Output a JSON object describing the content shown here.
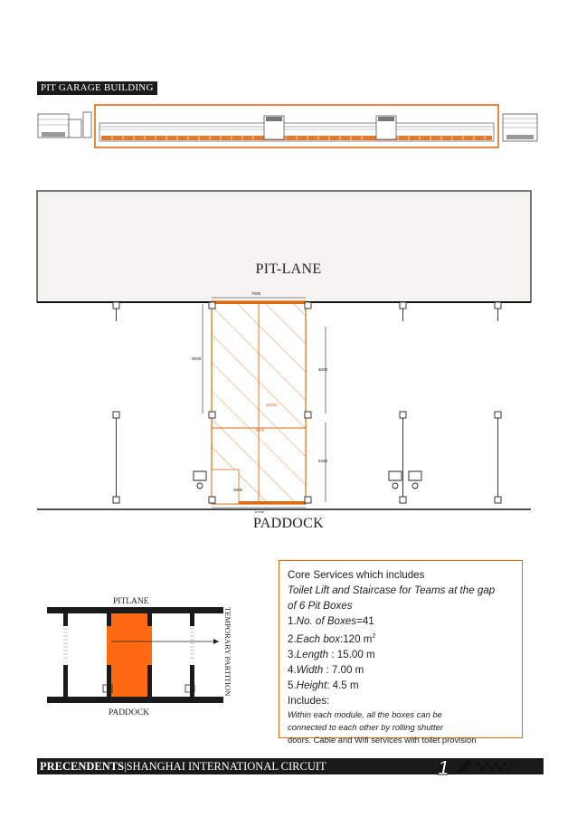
{
  "section": {
    "title": "PIT GARAGE BUILDING"
  },
  "plan": {
    "top_label": "PIT-LANE",
    "bottom_label": "PADDOCK",
    "dim_top": "7000",
    "dim_left": "9000",
    "dim_right_upper": "6000",
    "dim_right_lower": "6400",
    "dim_mid_a": "15000",
    "dim_mid_b": "3500",
    "dim_bottom": "6700",
    "dim_toilet": "3000"
  },
  "schematic": {
    "top_label": "PITLANE",
    "bottom_label": "PADDOCK",
    "side_label": "TEMPORARY PARTITION",
    "colors": {
      "box": "#ff6a13",
      "wall": "#1a1a1a"
    }
  },
  "info": {
    "line1": "Core Services which includes",
    "line2": "Toilet Lift and Staircase for Teams at the gap",
    "line3": "of 6 Pit Boxes",
    "item1_prefix": "1.",
    "item1_label": "No. of Boxes",
    "item1_value": "=41",
    "item2_prefix": "2.",
    "item2_label": "Each box",
    "item2_value": ":120 m",
    "item2_sup": "2",
    "item3_prefix": "3.",
    "item3_label": "Length",
    "item3_value": " : 15.00 m",
    "item4_prefix": "4.",
    "item4_label": "Width",
    "item4_value": " : 7.00 m",
    "item5_prefix": "5.",
    "item5_label": "Height",
    "item5_value": ": 4.5 m",
    "includes": "Includes:",
    "note1": "Within each module, all the boxes can be",
    "note2": "connected to each other by rolling shutter",
    "note3": "doors. Cable and Wifi services with toilet provision"
  },
  "footer": {
    "bold": "PRECENDENTS",
    "sep": "|",
    "rest": "SHANGHAI INTERNATIONAL CIRCUIT",
    "page_number": "1"
  },
  "colors": {
    "accent": "#e06a10",
    "dark": "#1a1a1a",
    "plan_fill": "#f5f3ef"
  }
}
